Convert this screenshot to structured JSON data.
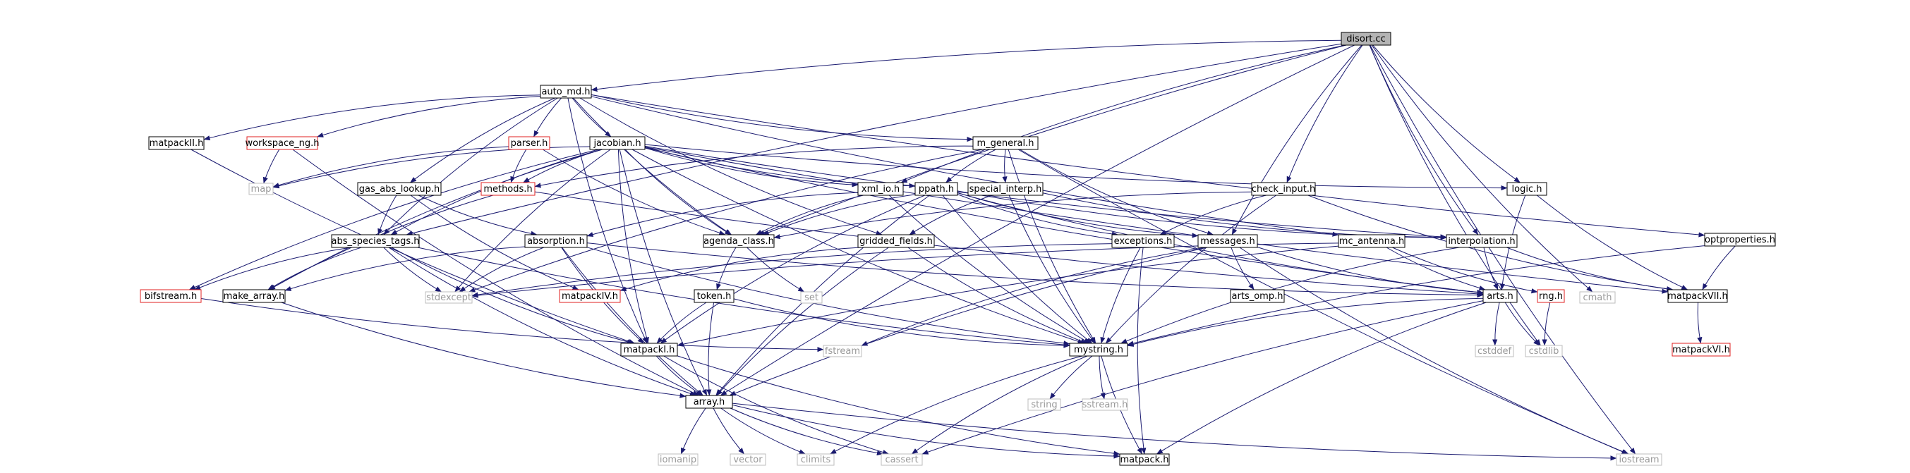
{
  "graph": {
    "root": "disort.cc",
    "colors": {
      "edge": "#1a1a70",
      "node_border": "#000000",
      "incomplete_border": "#e02020",
      "system_border": "#bdbdbd",
      "root_fill": "#b4b4b4",
      "label": "#000000",
      "system_label": "#9a9a9a"
    },
    "nodes": [
      {
        "id": "disort",
        "label": "disort.cc",
        "style": "root"
      },
      {
        "id": "auto_md",
        "label": "auto_md.h",
        "style": "normal"
      },
      {
        "id": "matpackII",
        "label": "matpackII.h",
        "style": "normal"
      },
      {
        "id": "workspace_ng",
        "label": "workspace_ng.h",
        "style": "incomplete"
      },
      {
        "id": "parser",
        "label": "parser.h",
        "style": "incomplete"
      },
      {
        "id": "jacobian",
        "label": "jacobian.h",
        "style": "normal"
      },
      {
        "id": "m_general",
        "label": "m_general.h",
        "style": "normal"
      },
      {
        "id": "map",
        "label": "map",
        "style": "system"
      },
      {
        "id": "methods",
        "label": "methods.h",
        "style": "incomplete"
      },
      {
        "id": "gas_abs_lookup",
        "label": "gas_abs_lookup.h",
        "style": "normal"
      },
      {
        "id": "xml_io",
        "label": "xml_io.h",
        "style": "normal"
      },
      {
        "id": "ppath",
        "label": "ppath.h",
        "style": "normal"
      },
      {
        "id": "special_interp",
        "label": "special_interp.h",
        "style": "normal"
      },
      {
        "id": "check_input",
        "label": "check_input.h",
        "style": "normal"
      },
      {
        "id": "logic",
        "label": "logic.h",
        "style": "normal"
      },
      {
        "id": "optproperties",
        "label": "optproperties.h",
        "style": "normal"
      },
      {
        "id": "abs_species_tags",
        "label": "abs_species_tags.h",
        "style": "normal"
      },
      {
        "id": "absorption",
        "label": "absorption.h",
        "style": "normal"
      },
      {
        "id": "agenda_class",
        "label": "agenda_class.h",
        "style": "normal"
      },
      {
        "id": "gridded_fields",
        "label": "gridded_fields.h",
        "style": "normal"
      },
      {
        "id": "exceptions",
        "label": "exceptions.h",
        "style": "normal"
      },
      {
        "id": "messages",
        "label": "messages.h",
        "style": "normal"
      },
      {
        "id": "mc_antenna",
        "label": "mc_antenna.h",
        "style": "normal"
      },
      {
        "id": "interpolation",
        "label": "interpolation.h",
        "style": "normal"
      },
      {
        "id": "bifstream",
        "label": "bifstream.h",
        "style": "incomplete"
      },
      {
        "id": "make_array",
        "label": "make_array.h",
        "style": "normal"
      },
      {
        "id": "stdexcept",
        "label": "stdexcept",
        "style": "system"
      },
      {
        "id": "matpackIV",
        "label": "matpackIV.h",
        "style": "incomplete"
      },
      {
        "id": "set",
        "label": "set",
        "style": "system"
      },
      {
        "id": "token",
        "label": "token.h",
        "style": "normal"
      },
      {
        "id": "arts_omp",
        "label": "arts_omp.h",
        "style": "normal"
      },
      {
        "id": "arts",
        "label": "arts.h",
        "style": "normal"
      },
      {
        "id": "rng",
        "label": "rng.h",
        "style": "incomplete"
      },
      {
        "id": "cmath",
        "label": "cmath",
        "style": "system"
      },
      {
        "id": "matpackVII",
        "label": "matpackVII.h",
        "style": "normal"
      },
      {
        "id": "fstream",
        "label": "fstream",
        "style": "system"
      },
      {
        "id": "matpackI",
        "label": "matpackI.h",
        "style": "normal"
      },
      {
        "id": "mystring",
        "label": "mystring.h",
        "style": "normal"
      },
      {
        "id": "cstddef",
        "label": "cstddef",
        "style": "system"
      },
      {
        "id": "cstdlib",
        "label": "cstdlib",
        "style": "system"
      },
      {
        "id": "matpackVI",
        "label": "matpackVI.h",
        "style": "incomplete"
      },
      {
        "id": "array",
        "label": "array.h",
        "style": "normal"
      },
      {
        "id": "string",
        "label": "string",
        "style": "system"
      },
      {
        "id": "sstream",
        "label": "sstream.h",
        "style": "system"
      },
      {
        "id": "iomanip",
        "label": "iomanip",
        "style": "system"
      },
      {
        "id": "vector",
        "label": "vector",
        "style": "system"
      },
      {
        "id": "climits",
        "label": "climits",
        "style": "system"
      },
      {
        "id": "cassert",
        "label": "cassert",
        "style": "system"
      },
      {
        "id": "matpack",
        "label": "matpack.h",
        "style": "normal"
      },
      {
        "id": "iostream",
        "label": "iostream",
        "style": "system"
      }
    ],
    "edges": [
      [
        "disort",
        "auto_md"
      ],
      [
        "disort",
        "array"
      ],
      [
        "disort",
        "agenda_class"
      ],
      [
        "disort",
        "abs_species_tags"
      ],
      [
        "disort",
        "xml_io"
      ],
      [
        "disort",
        "messages"
      ],
      [
        "disort",
        "check_input"
      ],
      [
        "disort",
        "interpolation"
      ],
      [
        "disort",
        "logic"
      ],
      [
        "disort",
        "cmath"
      ],
      [
        "disort",
        "cstdlib"
      ],
      [
        "disort",
        "iostream"
      ],
      [
        "auto_md",
        "matpackII"
      ],
      [
        "auto_md",
        "workspace_ng"
      ],
      [
        "auto_md",
        "parser"
      ],
      [
        "auto_md",
        "jacobian"
      ],
      [
        "auto_md",
        "m_general"
      ],
      [
        "auto_md",
        "gas_abs_lookup"
      ],
      [
        "auto_md",
        "abs_species_tags"
      ],
      [
        "auto_md",
        "gridded_fields"
      ],
      [
        "auto_md",
        "optproperties"
      ],
      [
        "auto_md",
        "mc_antenna"
      ],
      [
        "auto_md",
        "matpackI"
      ],
      [
        "auto_md",
        "agenda_class"
      ],
      [
        "matpackII",
        "matpackI"
      ],
      [
        "workspace_ng",
        "map"
      ],
      [
        "workspace_ng",
        "array"
      ],
      [
        "parser",
        "map"
      ],
      [
        "parser",
        "methods"
      ],
      [
        "parser",
        "agenda_class"
      ],
      [
        "jacobian",
        "map"
      ],
      [
        "jacobian",
        "methods"
      ],
      [
        "jacobian",
        "xml_io"
      ],
      [
        "jacobian",
        "ppath"
      ],
      [
        "jacobian",
        "agenda_class"
      ],
      [
        "jacobian",
        "stdexcept"
      ],
      [
        "jacobian",
        "bifstream"
      ],
      [
        "jacobian",
        "make_array"
      ],
      [
        "jacobian",
        "matpackI"
      ],
      [
        "jacobian",
        "array"
      ],
      [
        "jacobian",
        "mystring"
      ],
      [
        "jacobian",
        "interpolation"
      ],
      [
        "jacobian",
        "logic"
      ],
      [
        "jacobian",
        "matpackVII"
      ],
      [
        "jacobian",
        "arts"
      ],
      [
        "jacobian",
        "abs_species_tags"
      ],
      [
        "m_general",
        "ppath"
      ],
      [
        "m_general",
        "special_interp"
      ],
      [
        "m_general",
        "messages"
      ],
      [
        "m_general",
        "mystring"
      ],
      [
        "m_general",
        "iostream"
      ],
      [
        "m_general",
        "stdexcept"
      ],
      [
        "m_general",
        "methods"
      ],
      [
        "methods",
        "make_array"
      ],
      [
        "methods",
        "arts"
      ],
      [
        "gas_abs_lookup",
        "abs_species_tags"
      ],
      [
        "gas_abs_lookup",
        "absorption"
      ],
      [
        "gas_abs_lookup",
        "matpackIV"
      ],
      [
        "xml_io",
        "absorption"
      ],
      [
        "xml_io",
        "mystring"
      ],
      [
        "xml_io",
        "agenda_class"
      ],
      [
        "ppath",
        "agenda_class"
      ],
      [
        "ppath",
        "array"
      ],
      [
        "ppath",
        "matpackI"
      ],
      [
        "ppath",
        "mystring"
      ],
      [
        "ppath",
        "interpolation"
      ],
      [
        "ppath",
        "exceptions"
      ],
      [
        "ppath",
        "messages"
      ],
      [
        "ppath",
        "arts"
      ],
      [
        "special_interp",
        "gridded_fields"
      ],
      [
        "special_interp",
        "interpolation"
      ],
      [
        "special_interp",
        "mystring"
      ],
      [
        "check_input",
        "exceptions"
      ],
      [
        "check_input",
        "mystring"
      ],
      [
        "check_input",
        "matpackVII"
      ],
      [
        "check_input",
        "agenda_class"
      ],
      [
        "logic",
        "arts"
      ],
      [
        "logic",
        "matpackVII"
      ],
      [
        "optproperties",
        "matpackVII"
      ],
      [
        "optproperties",
        "mystring"
      ],
      [
        "abs_species_tags",
        "stdexcept"
      ],
      [
        "abs_species_tags",
        "bifstream"
      ],
      [
        "abs_species_tags",
        "make_array"
      ],
      [
        "abs_species_tags",
        "mystring"
      ],
      [
        "abs_species_tags",
        "array"
      ],
      [
        "abs_species_tags",
        "matpackI"
      ],
      [
        "absorption",
        "stdexcept"
      ],
      [
        "absorption",
        "make_array"
      ],
      [
        "absorption",
        "matpackI"
      ],
      [
        "absorption",
        "array"
      ],
      [
        "absorption",
        "mystring"
      ],
      [
        "absorption",
        "arts"
      ],
      [
        "agenda_class",
        "set"
      ],
      [
        "agenda_class",
        "token"
      ],
      [
        "gridded_fields",
        "matpackIV"
      ],
      [
        "gridded_fields",
        "array"
      ],
      [
        "gridded_fields",
        "mystring"
      ],
      [
        "exceptions",
        "stdexcept"
      ],
      [
        "exceptions",
        "mystring"
      ],
      [
        "exceptions",
        "matpack"
      ],
      [
        "messages",
        "arts"
      ],
      [
        "messages",
        "arts_omp"
      ],
      [
        "messages",
        "fstream"
      ],
      [
        "messages",
        "iostream"
      ],
      [
        "messages",
        "array"
      ],
      [
        "mc_antenna",
        "arts"
      ],
      [
        "mc_antenna",
        "rng"
      ],
      [
        "mc_antenna",
        "matpackI"
      ],
      [
        "mc_antenna",
        "stdexcept"
      ],
      [
        "interpolation",
        "arts"
      ],
      [
        "interpolation",
        "matpackVII"
      ],
      [
        "interpolation",
        "mystring"
      ],
      [
        "bifstream",
        "fstream"
      ],
      [
        "make_array",
        "array"
      ],
      [
        "token",
        "matpackI"
      ],
      [
        "token",
        "array"
      ],
      [
        "token",
        "mystring"
      ],
      [
        "arts",
        "cstddef"
      ],
      [
        "arts",
        "cstdlib"
      ],
      [
        "arts",
        "mystring"
      ],
      [
        "arts",
        "matpack"
      ],
      [
        "arts",
        "cassert"
      ],
      [
        "rng",
        "cstdlib"
      ],
      [
        "matpackVII",
        "matpackVI"
      ],
      [
        "matpackI",
        "array"
      ],
      [
        "matpackI",
        "matpack"
      ],
      [
        "matpackI",
        "cassert"
      ],
      [
        "mystring",
        "string"
      ],
      [
        "mystring",
        "sstream"
      ],
      [
        "mystring",
        "climits"
      ],
      [
        "mystring",
        "cassert"
      ],
      [
        "mystring",
        "matpack"
      ],
      [
        "array",
        "iomanip"
      ],
      [
        "array",
        "vector"
      ],
      [
        "array",
        "climits"
      ],
      [
        "array",
        "cassert"
      ],
      [
        "array",
        "iostream"
      ],
      [
        "array",
        "matpack"
      ]
    ]
  }
}
